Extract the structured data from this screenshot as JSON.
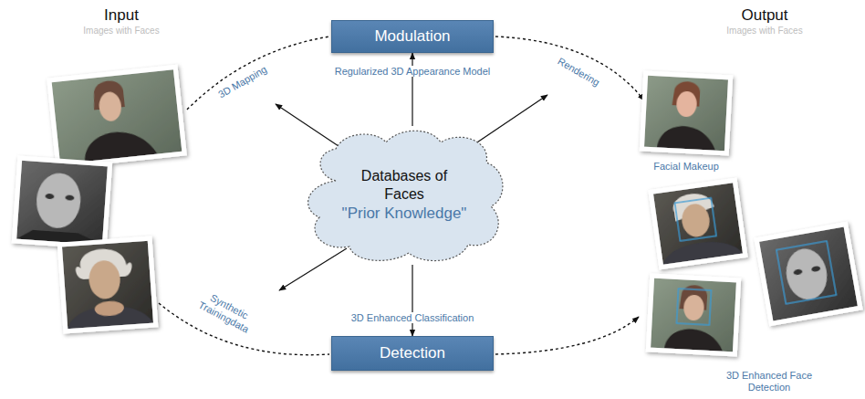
{
  "diagram": {
    "nodes": [
      {
        "text": [
          "Modulation"
        ]
      },
      {
        "text": [
          "Databases of Faces",
          "\"Prior Knowledge\""
        ]
      },
      {
        "text": [
          "Detection"
        ]
      }
    ],
    "edges": [
      {
        "from": 1,
        "to": 0,
        "arrow": "to",
        "label": "Regularized 3D Appearance Model"
      },
      {
        "from": 1,
        "to": 2,
        "arrow": "to",
        "label": "3D Enhanced Classification"
      }
    ],
    "labels": [
      "Input",
      "Images with Faces",
      "Output",
      "Images with Faces",
      "3D Mapping",
      "Rendering",
      "Synthetic Trainingdata",
      "Facial Makeup",
      "3D Enhanced Face Detection"
    ]
  }
}
